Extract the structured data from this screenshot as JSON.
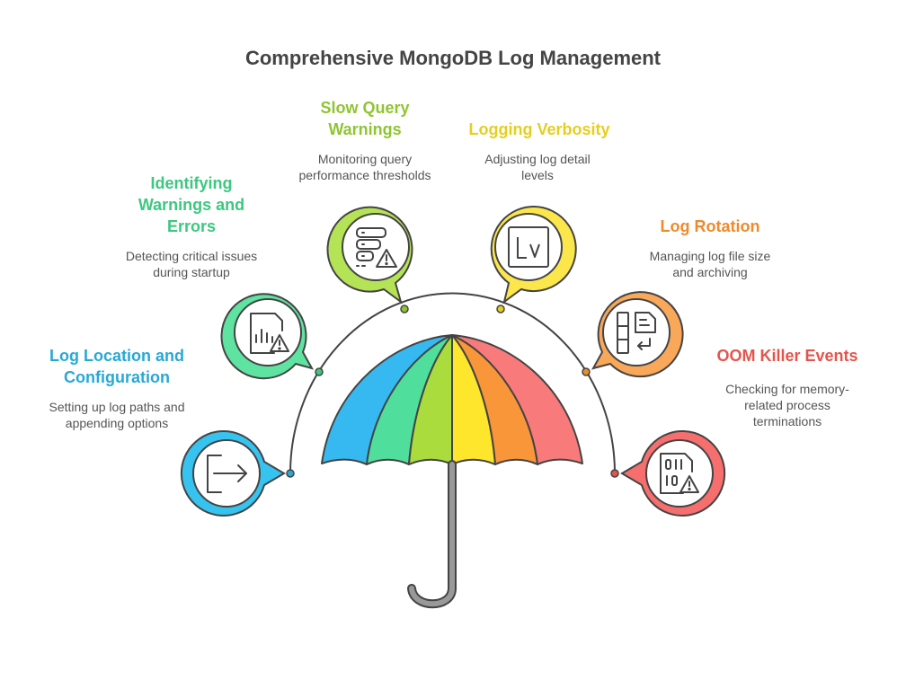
{
  "title": "Comprehensive MongoDB Log Management",
  "items": [
    {
      "id": "log-location",
      "title_lines": [
        "Log Location and",
        "Configuration"
      ],
      "desc_lines": [
        "Setting up log paths and",
        "appending options"
      ],
      "color": "#29a8d6",
      "fill": "#36c3f0",
      "icon": "sign-out-icon"
    },
    {
      "id": "warnings-errors",
      "title_lines": [
        "Identifying",
        "Warnings and",
        "Errors"
      ],
      "desc_lines": [
        "Detecting critical issues",
        "during startup"
      ],
      "color": "#3cc87f",
      "fill": "#5fe3a1",
      "icon": "chart-warning-icon"
    },
    {
      "id": "slow-query",
      "title_lines": [
        "Slow Query",
        "Warnings"
      ],
      "desc_lines": [
        "Monitoring query",
        "performance thresholds"
      ],
      "color": "#8fc531",
      "fill": "#b4e356",
      "icon": "server-warning-icon"
    },
    {
      "id": "verbosity",
      "title_lines": [
        "Logging Verbosity"
      ],
      "desc_lines": [
        "Adjusting log detail",
        "levels"
      ],
      "color": "#e5cf1e",
      "fill": "#fbe64c",
      "icon": "lv-icon"
    },
    {
      "id": "rotation",
      "title_lines": [
        "Log Rotation"
      ],
      "desc_lines": [
        "Managing log file size",
        "and archiving"
      ],
      "color": "#ef8a2c",
      "fill": "#f9a85a",
      "icon": "rotate-file-icon"
    },
    {
      "id": "oom",
      "title_lines": [
        "OOM Killer Events"
      ],
      "desc_lines": [
        "Checking for memory-",
        "related process",
        "terminations"
      ],
      "color": "#e5544c",
      "fill": "#f76e6e",
      "icon": "binary-warning-icon"
    }
  ],
  "umbrella_colors": [
    "#35b9f0",
    "#4fde9b",
    "#a9dc3c",
    "#fde62c",
    "#f9963a",
    "#f97a7a"
  ]
}
